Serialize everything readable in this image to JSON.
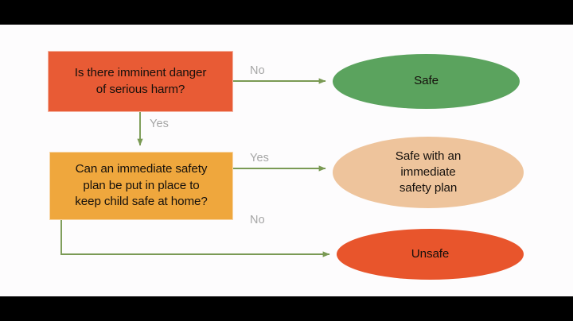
{
  "slide": {
    "background": "#fdfcfd",
    "letterbox_color": "#000000"
  },
  "palette": {
    "danger_box": "#e85b35",
    "plan_box": "#efa73d",
    "safe_ellipse": "#5ba35e",
    "safe_plan_ellipse": "#eec49c",
    "unsafe_ellipse": "#e8552c",
    "connector": "#7a9a54",
    "label_text": "#a6a6a6",
    "node_text": "#15100c"
  },
  "flowchart": {
    "type": "decision-tree",
    "nodes": [
      {
        "id": "danger",
        "shape": "rectangle",
        "label": "Is there imminent danger of serious harm?",
        "line1": "Is there imminent danger",
        "line2": "of serious harm?",
        "color": "#e85b35"
      },
      {
        "id": "plan",
        "shape": "rectangle",
        "label": "Can an immediate safety plan be put in place to keep child safe at home?",
        "line1": "Can an immediate safety",
        "line2": "plan be put in place to",
        "line3": "keep child safe at home?",
        "color": "#efa73d"
      },
      {
        "id": "safe",
        "shape": "ellipse",
        "label": "Safe",
        "color": "#5ba35e"
      },
      {
        "id": "safe-plan",
        "shape": "ellipse",
        "label": "Safe with an immediate safety plan",
        "line1": "Safe with an",
        "line2": "immediate",
        "line3": "safety plan",
        "color": "#eec49c"
      },
      {
        "id": "unsafe",
        "shape": "ellipse",
        "label": "Unsafe",
        "color": "#e8552c"
      }
    ],
    "edges": [
      {
        "id": "danger-no",
        "from": "danger",
        "to": "safe",
        "label": "No",
        "direction": "right"
      },
      {
        "id": "danger-yes",
        "from": "danger",
        "to": "plan",
        "label": "Yes",
        "direction": "down"
      },
      {
        "id": "plan-yes",
        "from": "plan",
        "to": "safe-plan",
        "label": "Yes",
        "direction": "right"
      },
      {
        "id": "plan-no",
        "from": "plan",
        "to": "unsafe",
        "label": "No",
        "direction": "down-right"
      }
    ]
  }
}
